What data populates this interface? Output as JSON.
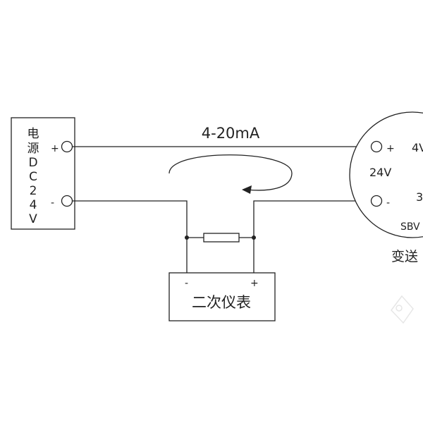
{
  "power_supply": {
    "label_chars": [
      "电",
      "源",
      "D",
      "C",
      "2",
      "4",
      "V"
    ],
    "plus": "+",
    "minus": "-"
  },
  "loop_current_label": "4-20mA",
  "instrument": {
    "label": "二次仪表",
    "minus": "-",
    "plus": "+"
  },
  "transmitter": {
    "plus": "+",
    "minus": "-",
    "voltage": "24V",
    "pin_top": "4V",
    "pin_bottom": "3",
    "model": "SBV",
    "caption": "变送"
  },
  "colors": {
    "line": "#222222",
    "background": "#ffffff",
    "watermark": "#cfcfcf"
  }
}
